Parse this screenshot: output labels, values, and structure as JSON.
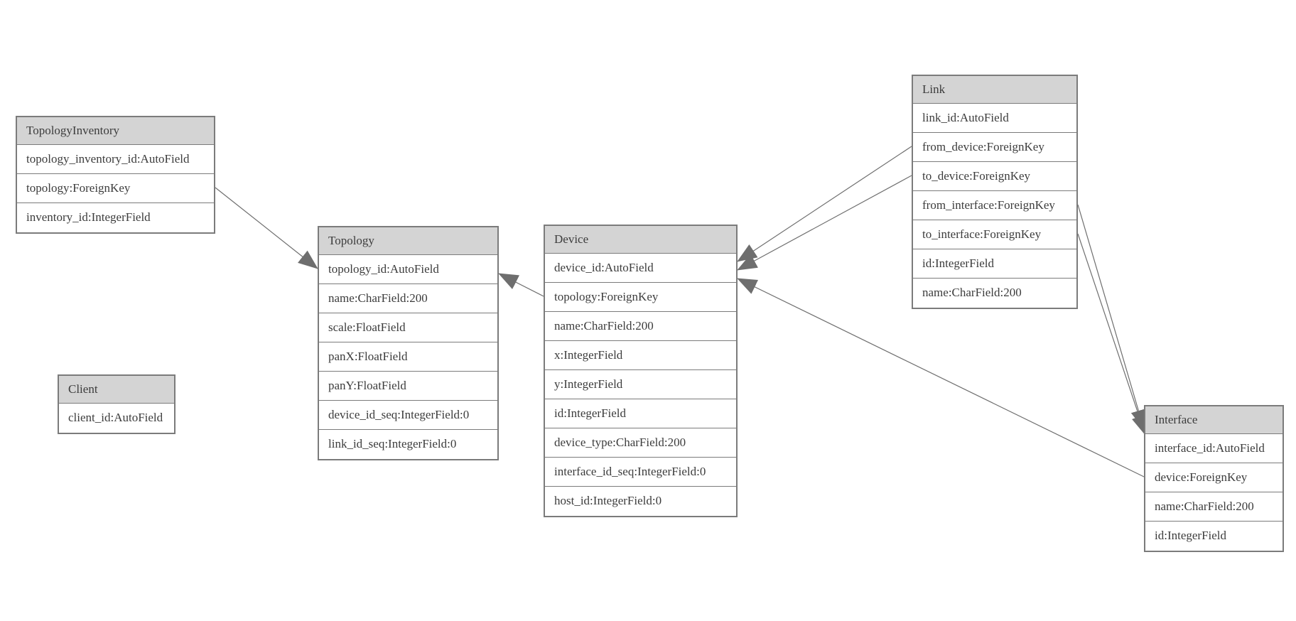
{
  "colors": {
    "background": "#ffffff",
    "entity_header_fill": "#d4d4d4",
    "entity_border": "#7b7b7b",
    "relationship_line": "#6e6e6e",
    "text": "#3c3c3c"
  },
  "entities": [
    {
      "id": "topology_inventory",
      "title": "TopologyInventory",
      "fields": [
        "topology_inventory_id:AutoField",
        "topology:ForeignKey",
        "inventory_id:IntegerField"
      ]
    },
    {
      "id": "topology",
      "title": "Topology",
      "fields": [
        "topology_id:AutoField",
        "name:CharField:200",
        "scale:FloatField",
        "panX:FloatField",
        "panY:FloatField",
        "device_id_seq:IntegerField:0",
        "link_id_seq:IntegerField:0"
      ]
    },
    {
      "id": "client",
      "title": "Client",
      "fields": [
        "client_id:AutoField"
      ]
    },
    {
      "id": "device",
      "title": "Device",
      "fields": [
        "device_id:AutoField",
        "topology:ForeignKey",
        "name:CharField:200",
        "x:IntegerField",
        "y:IntegerField",
        "id:IntegerField",
        "device_type:CharField:200",
        "interface_id_seq:IntegerField:0",
        "host_id:IntegerField:0"
      ]
    },
    {
      "id": "link",
      "title": "Link",
      "fields": [
        "link_id:AutoField",
        "from_device:ForeignKey",
        "to_device:ForeignKey",
        "from_interface:ForeignKey",
        "to_interface:ForeignKey",
        "id:IntegerField",
        "name:CharField:200"
      ]
    },
    {
      "id": "interface",
      "title": "Interface",
      "fields": [
        "interface_id:AutoField",
        "device:ForeignKey",
        "name:CharField:200",
        "id:IntegerField"
      ]
    }
  ],
  "relationships": [
    {
      "id": "ti-topology",
      "from_entity": "TopologyInventory",
      "from_field": "topology",
      "to_entity": "Topology"
    },
    {
      "id": "device-topology",
      "from_entity": "Device",
      "from_field": "topology",
      "to_entity": "Topology"
    },
    {
      "id": "link-from-device",
      "from_entity": "Link",
      "from_field": "from_device",
      "to_entity": "Device"
    },
    {
      "id": "link-to-device",
      "from_entity": "Link",
      "from_field": "to_device",
      "to_entity": "Device"
    },
    {
      "id": "link-from-interface",
      "from_entity": "Link",
      "from_field": "from_interface",
      "to_entity": "Interface"
    },
    {
      "id": "link-to-interface",
      "from_entity": "Link",
      "from_field": "to_interface",
      "to_entity": "Interface"
    },
    {
      "id": "interface-device",
      "from_entity": "Interface",
      "from_field": "device",
      "to_entity": "Device"
    }
  ]
}
